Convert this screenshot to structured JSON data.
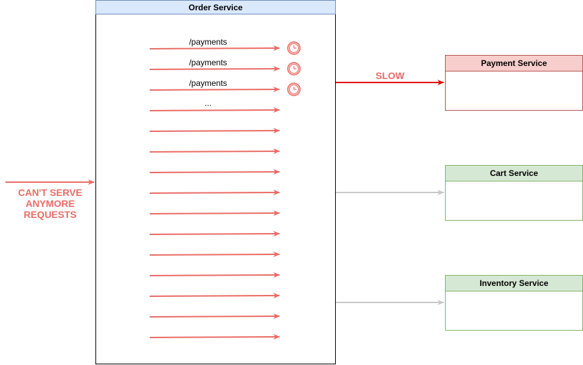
{
  "order_service": {
    "title": "Order Service"
  },
  "payment_service": {
    "title": "Payment Service"
  },
  "cart_service": {
    "title": "Cart Service"
  },
  "inventory_service": {
    "title": "Inventory Service"
  },
  "requests": {
    "labels": [
      "/payments",
      "/payments",
      "/payments",
      "..."
    ],
    "waiting_count": 3,
    "total_count": 15
  },
  "slow_label": "SLOW",
  "cant_serve_label": "CAN'T SERVE ANYMORE REQUESTS",
  "colors": {
    "request_arrow": "#ea6b66",
    "slow_arrow": "#e00000",
    "idle_arrow": "#c8c8c8",
    "clock": "#ea6b66",
    "clock_fill": "#f8cecc",
    "order_header": "#dae8fc",
    "payment_header": "#f8cecc",
    "green_header": "#d5e8d4"
  },
  "icons": {
    "waiting": "clock-icon"
  }
}
